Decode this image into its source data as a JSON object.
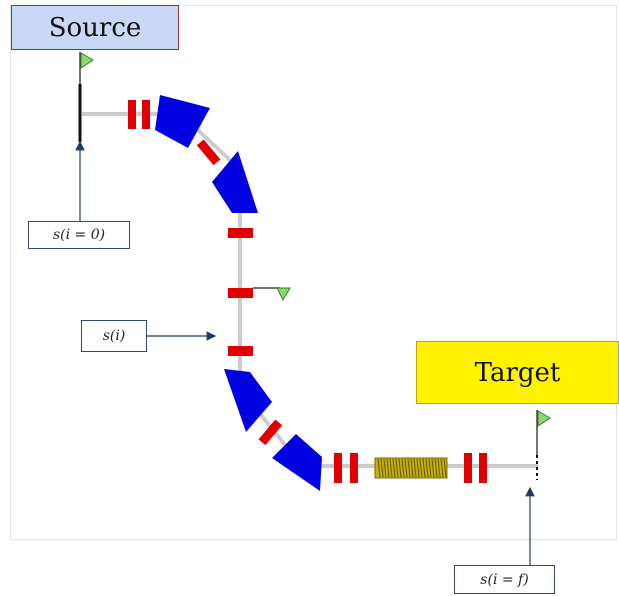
{
  "source": {
    "label": "Source"
  },
  "target": {
    "label": "Target"
  },
  "labels": {
    "start": "s(i = 0)",
    "middle": "s(i)",
    "end": "s(i = f)"
  },
  "colors": {
    "dipole": "#0000e0",
    "quadrupole": "#e00000",
    "beampipe": "#cccccc",
    "solenoid": "#c8b400",
    "flag": "#8ed86a",
    "arrow": "#203a66",
    "source_fill": "#c9d9f5",
    "target_fill": "#fff200"
  },
  "icons": [
    "flag-icon",
    "arrow-icon"
  ]
}
